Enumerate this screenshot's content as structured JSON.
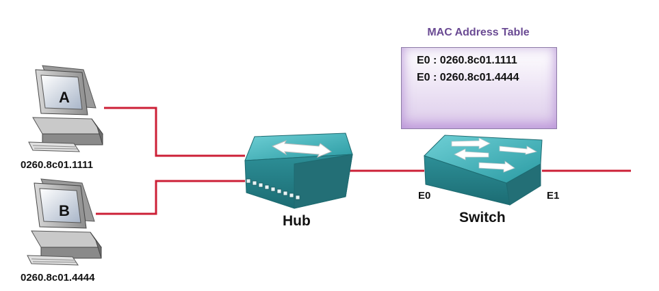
{
  "colors": {
    "link": "#cc1f36",
    "device_teal": "#2f9ea5",
    "title_purple": "#6a4a93"
  },
  "hosts": [
    {
      "letter": "A",
      "mac": "0260.8c01.1111"
    },
    {
      "letter": "B",
      "mac": "0260.8c01.4444"
    }
  ],
  "hub": {
    "label": "Hub",
    "icon": "hub-icon"
  },
  "switch": {
    "label": "Switch",
    "icon": "switch-icon",
    "ports": [
      "E0",
      "E1"
    ]
  },
  "mac_table": {
    "title": "MAC Address Table",
    "entries": [
      "E0 : 0260.8c01.1111",
      "E0 : 0260.8c01.4444"
    ]
  }
}
